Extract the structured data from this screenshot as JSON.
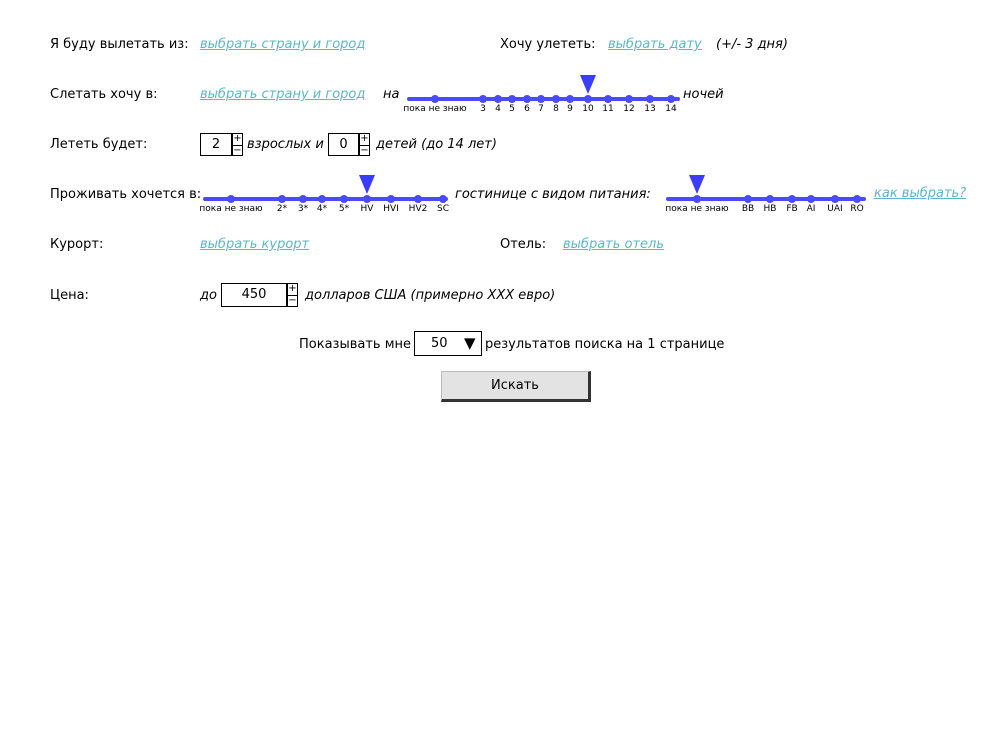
{
  "departure": {
    "label": "Я буду вылетать из:",
    "link": "выбрать страну и город"
  },
  "date": {
    "label": "Хочу улететь:",
    "link": "выбрать дату",
    "note": "(+/- 3 дня)"
  },
  "destination": {
    "label": "Слетать хочу в:",
    "link": "выбрать страну и город",
    "prefix": "на",
    "suffix": "ночей"
  },
  "nights": {
    "options": [
      "пока не знаю",
      "3",
      "4",
      "5",
      "6",
      "7",
      "8",
      "9",
      "10",
      "11",
      "12",
      "13",
      "14"
    ],
    "selected_index": 8
  },
  "travellers": {
    "label": "Лететь будет:",
    "adults": "2",
    "adults_text": "взрослых и",
    "children": "0",
    "children_text": "детей (до 14 лет)"
  },
  "accommodation": {
    "label": "Проживать хочется в:",
    "middle_text": "гостинице с видом питания:",
    "help_link": "как выбрать?"
  },
  "hotel_class": {
    "options": [
      "пока не знаю",
      "2*",
      "3*",
      "4*",
      "5*",
      "HV",
      "HVI",
      "HV2",
      "SC"
    ],
    "selected_index": 5
  },
  "meal": {
    "options": [
      "пока не знаю",
      "BB",
      "HB",
      "FB",
      "AI",
      "UAI",
      "RO"
    ],
    "selected_index": 0
  },
  "resort": {
    "label": "Курорт:",
    "link": "выбрать курорт"
  },
  "hotel": {
    "label": "Отель:",
    "link": "выбрать отель"
  },
  "price": {
    "label": "Цена:",
    "prefix": "до",
    "value": "450",
    "suffix": "долларов США (примерно XXX евро)"
  },
  "results": {
    "prefix": "Показывать мне",
    "value": "50",
    "suffix": "результатов поиска на 1 странице"
  },
  "spinner": {
    "plus": "+",
    "minus": "−"
  },
  "search_button": "Искать"
}
